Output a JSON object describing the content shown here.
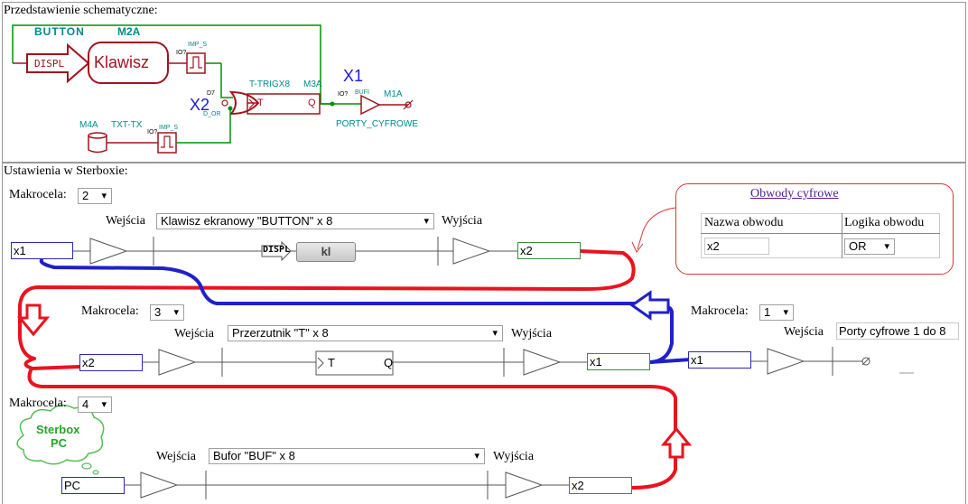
{
  "schematic": {
    "section_label": "Przedstawienie schematyczne:",
    "button_label": "BUTTON",
    "m2a": "M2A",
    "displ": "DISPL",
    "klawisz": "Klawisz",
    "imp_s1": "IMP_S",
    "io1": "IO?",
    "t_trig": "T-TRIGX8",
    "m3a": "M3A",
    "x1": "X1",
    "bufi": "BUFI",
    "m1a": "M1A",
    "io2": "IO?",
    "porty": "PORTY_CYFROWE",
    "x2": "X2",
    "d7": "D7",
    "d_or": "D_OR",
    "ff_t": "T",
    "ff_q": "Q",
    "io3": "IO?",
    "m4a": "M4A",
    "txt_tx": "TXT-TX",
    "io4": "IO?",
    "imp_s2": "IMP_S"
  },
  "settings": {
    "section_label": "Ustawienia w Sterboxie:",
    "inputs_label": "Wejścia",
    "outputs_label": "Wyjścia",
    "macro_label": "Makrocela:",
    "macro2": {
      "number": "2",
      "input_select": "Klawisz ekranowy \"BUTTON\" x 8",
      "in_value": "x1",
      "out_value": "x2",
      "displ": "DISPL",
      "kl_button": "kl"
    },
    "macro3": {
      "number": "3",
      "input_select": "Przerzutnik \"T\" x 8",
      "in_value": "x2",
      "out_value": "x1",
      "ff_t": "T",
      "ff_q": "Q"
    },
    "macro1": {
      "number": "1",
      "input_select": "Porty cyfrowe 1 do 8",
      "in_value": "x1"
    },
    "macro4": {
      "number": "4",
      "input_select": "Bufor \"BUF\" x 8",
      "in_value": "PC",
      "out_value": "x2"
    },
    "cloud": {
      "line1": "Sterbox",
      "line2": "PC"
    },
    "digital": {
      "title": "Obwody cyfrowe",
      "col_name": "Nazwa obwodu",
      "col_logic": "Logika obwodu",
      "row_name": "x2",
      "row_logic": "OR"
    }
  },
  "colors": {
    "schematic_red": "#a0141e",
    "schematic_green": "#009000",
    "teal": "#008a8a",
    "blue_label": "#1a1ad6",
    "red_wire": "#e8141e",
    "blue_wire": "#2020c8",
    "link": "#551a8b"
  }
}
